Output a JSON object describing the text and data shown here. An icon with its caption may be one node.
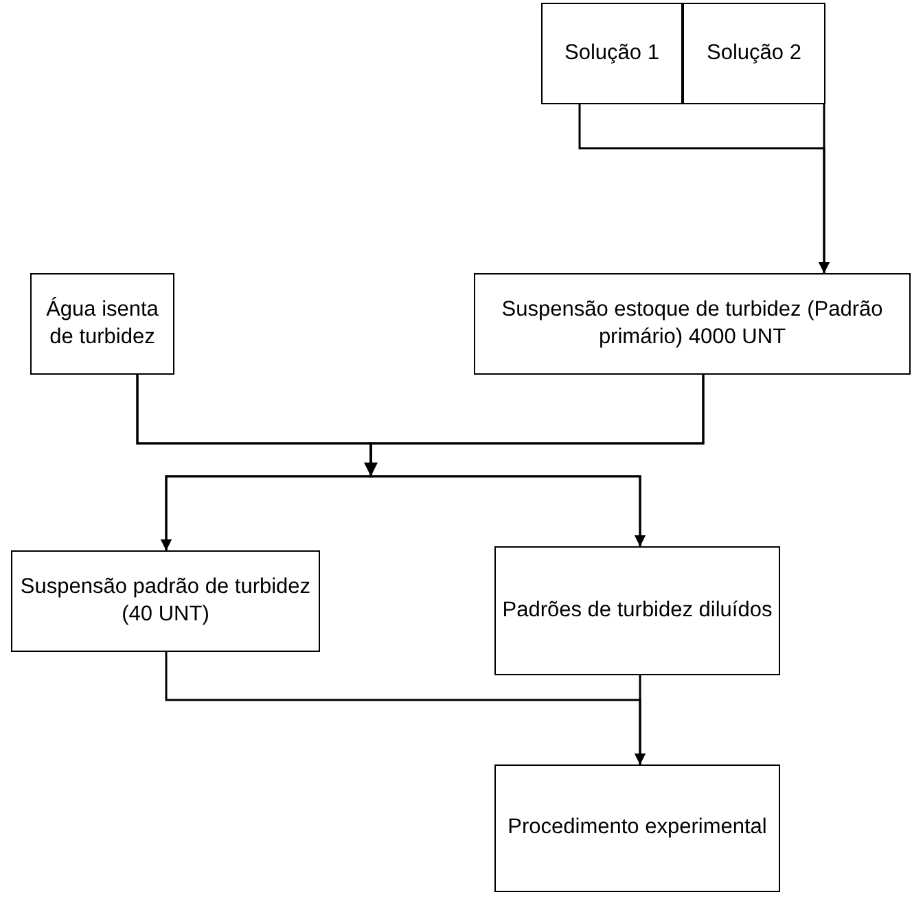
{
  "diagram": {
    "nodes": [
      {
        "text": [
          "Solução 1"
        ]
      },
      {
        "text": [
          "Solução 2"
        ]
      },
      {
        "text": [
          "Água isenta de turbidez"
        ]
      },
      {
        "text": [
          "Suspensão estoque de turbidez (Padrão primário) 4000 UNT"
        ]
      },
      {
        "text": [
          "Suspensão padrão de turbidez (40 UNT)"
        ]
      },
      {
        "text": [
          "Padrões de turbidez diluídos"
        ]
      },
      {
        "text": [
          "Procedimento experimental"
        ]
      }
    ],
    "edges": [
      {
        "from": 0,
        "to": 3,
        "arrow": "to"
      },
      {
        "from": 1,
        "to": 3,
        "arrow": "to"
      },
      {
        "from": 2,
        "to": 4,
        "arrow": "to"
      },
      {
        "from": 2,
        "to": 5,
        "arrow": "to"
      },
      {
        "from": 3,
        "to": 4,
        "arrow": "to"
      },
      {
        "from": 3,
        "to": 5,
        "arrow": "to"
      },
      {
        "from": 4,
        "to": 6,
        "arrow": "to"
      },
      {
        "from": 5,
        "to": 6,
        "arrow": "to"
      }
    ]
  }
}
